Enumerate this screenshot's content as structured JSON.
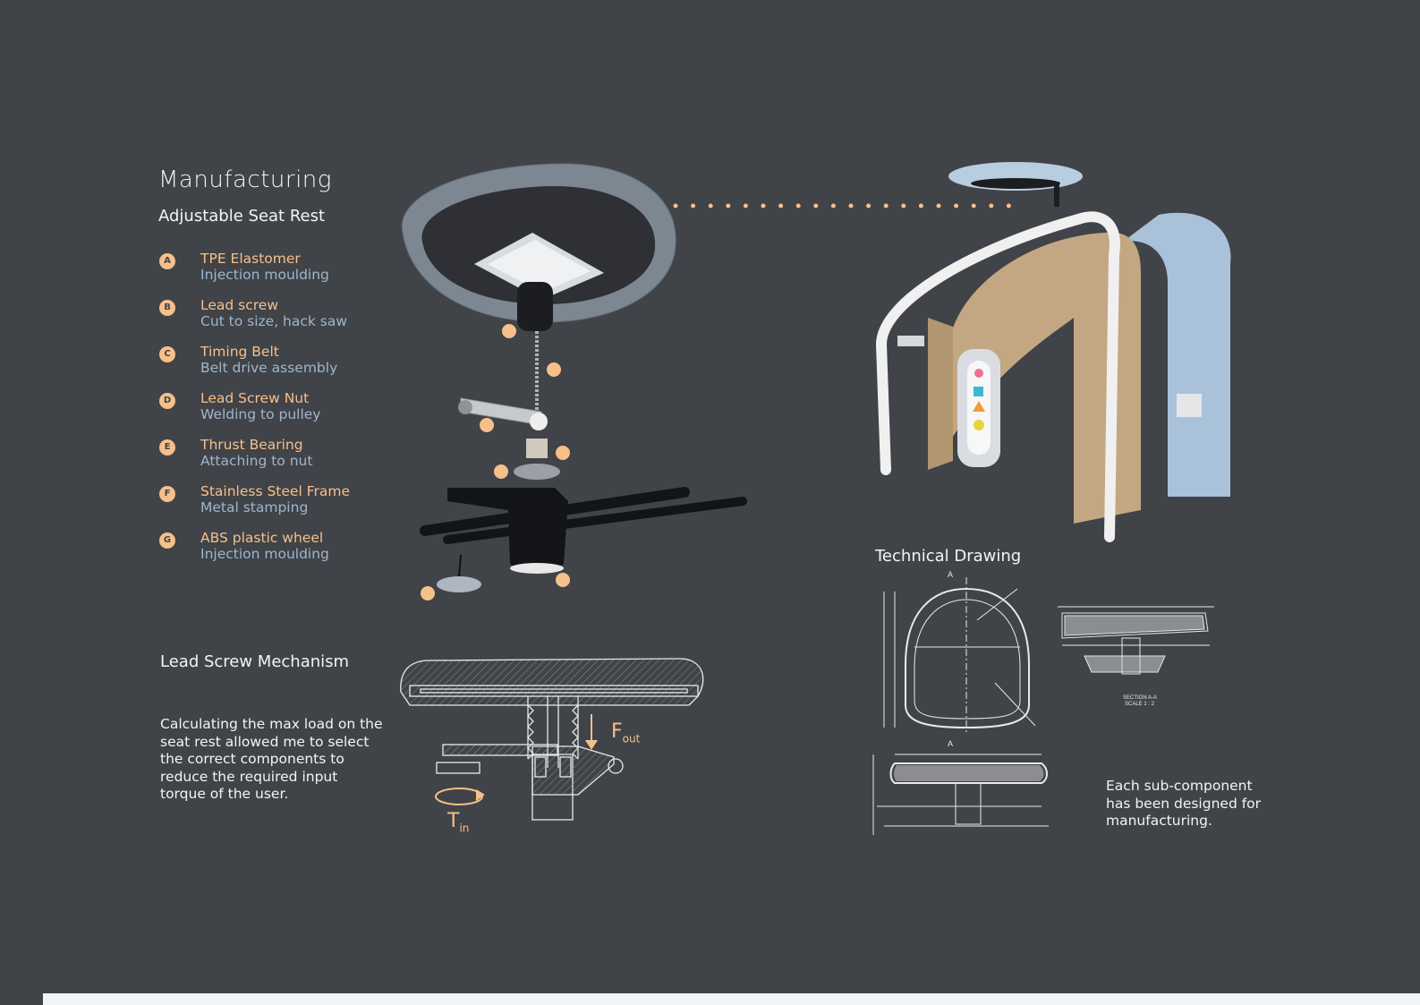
{
  "heading": "Manufacturing",
  "subheading": "Adjustable Seat Rest",
  "components": [
    {
      "letter": "A",
      "title": "TPE Elastomer",
      "process": "Injection moulding"
    },
    {
      "letter": "B",
      "title": "Lead screw",
      "process": "Cut to size, hack saw"
    },
    {
      "letter": "C",
      "title": "Timing Belt",
      "process": "Belt drive assembly"
    },
    {
      "letter": "D",
      "title": "Lead Screw Nut",
      "process": "Welding to pulley"
    },
    {
      "letter": "E",
      "title": "Thrust Bearing",
      "process": "Attaching to nut"
    },
    {
      "letter": "F",
      "title": "Stainless Steel Frame",
      "process": "Metal stamping"
    },
    {
      "letter": "G",
      "title": "ABS plastic wheel",
      "process": "Injection moulding"
    }
  ],
  "mechanism": {
    "title": "Lead Screw Mechanism",
    "description": "Calculating the max load on the seat rest allowed me to select the correct components to reduce the required input torque of the user.",
    "force_label": "F",
    "force_sub": "out",
    "torque_label": "T",
    "torque_sub": "in"
  },
  "technical": {
    "title": "Technical Drawing",
    "section_mark": "A",
    "section_caption": "SECTION A-A",
    "scale_caption": "SCALE 1 : 2",
    "note": "Each sub-component has been designed for manufacturing."
  },
  "colors": {
    "background": "#404348",
    "accent": "#f6c08a",
    "secondary": "#9fb6cc",
    "text": "#f3f4f5"
  }
}
